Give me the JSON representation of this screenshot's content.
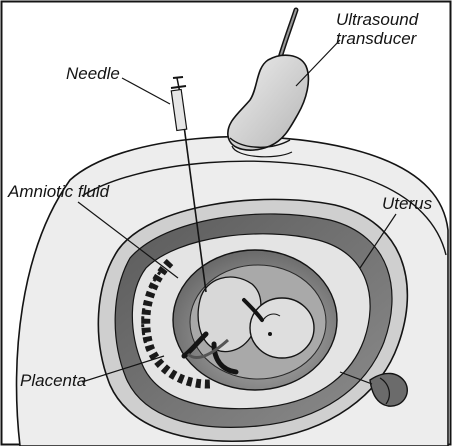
{
  "labels": {
    "needle": "Needle",
    "ultrasound_line1": "Ultrasound",
    "ultrasound_line2": "transducer",
    "amniotic_fluid": "Amniotic fluid",
    "uterus": "Uterus",
    "placenta": "Placenta"
  },
  "colors": {
    "ink": "#141414",
    "outer_shell": "#c9c9c9",
    "uterine_wall": "#6e6e6e",
    "fluid": "#e2e2e2",
    "sac_dark": "#8a8a8a",
    "fetus": "#d4d4d4",
    "transducer": "#d9d9d9"
  }
}
